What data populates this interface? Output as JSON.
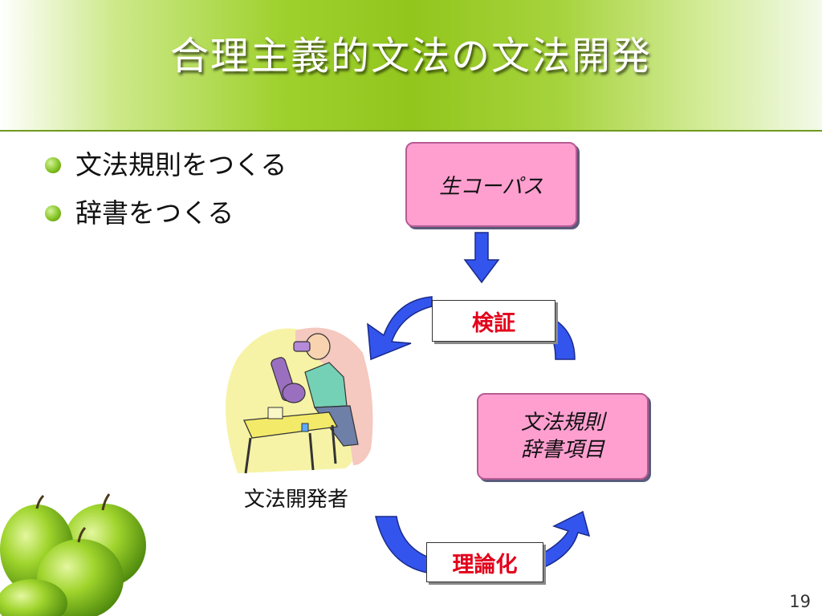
{
  "slide": {
    "title": "合理主義的文法の文法開発",
    "bullets": [
      "文法規則をつくる",
      "辞書をつくる"
    ],
    "page_number": "19"
  },
  "diagram": {
    "corpus_box": "生コーパス",
    "verify_label": "検証",
    "rules_box": [
      "文法規則",
      "辞書項目"
    ],
    "theory_label": "理論化",
    "developer_label": "文法開発者"
  },
  "colors": {
    "header_green": "#92c61d",
    "box_pink": "#ff9fd0",
    "arrow_blue": "#3355ee",
    "label_red": "#e3001b"
  },
  "icons": [
    "scientist-microscope-clipart",
    "green-apples-clipart",
    "down-arrow-icon",
    "curved-arrow-icon"
  ]
}
